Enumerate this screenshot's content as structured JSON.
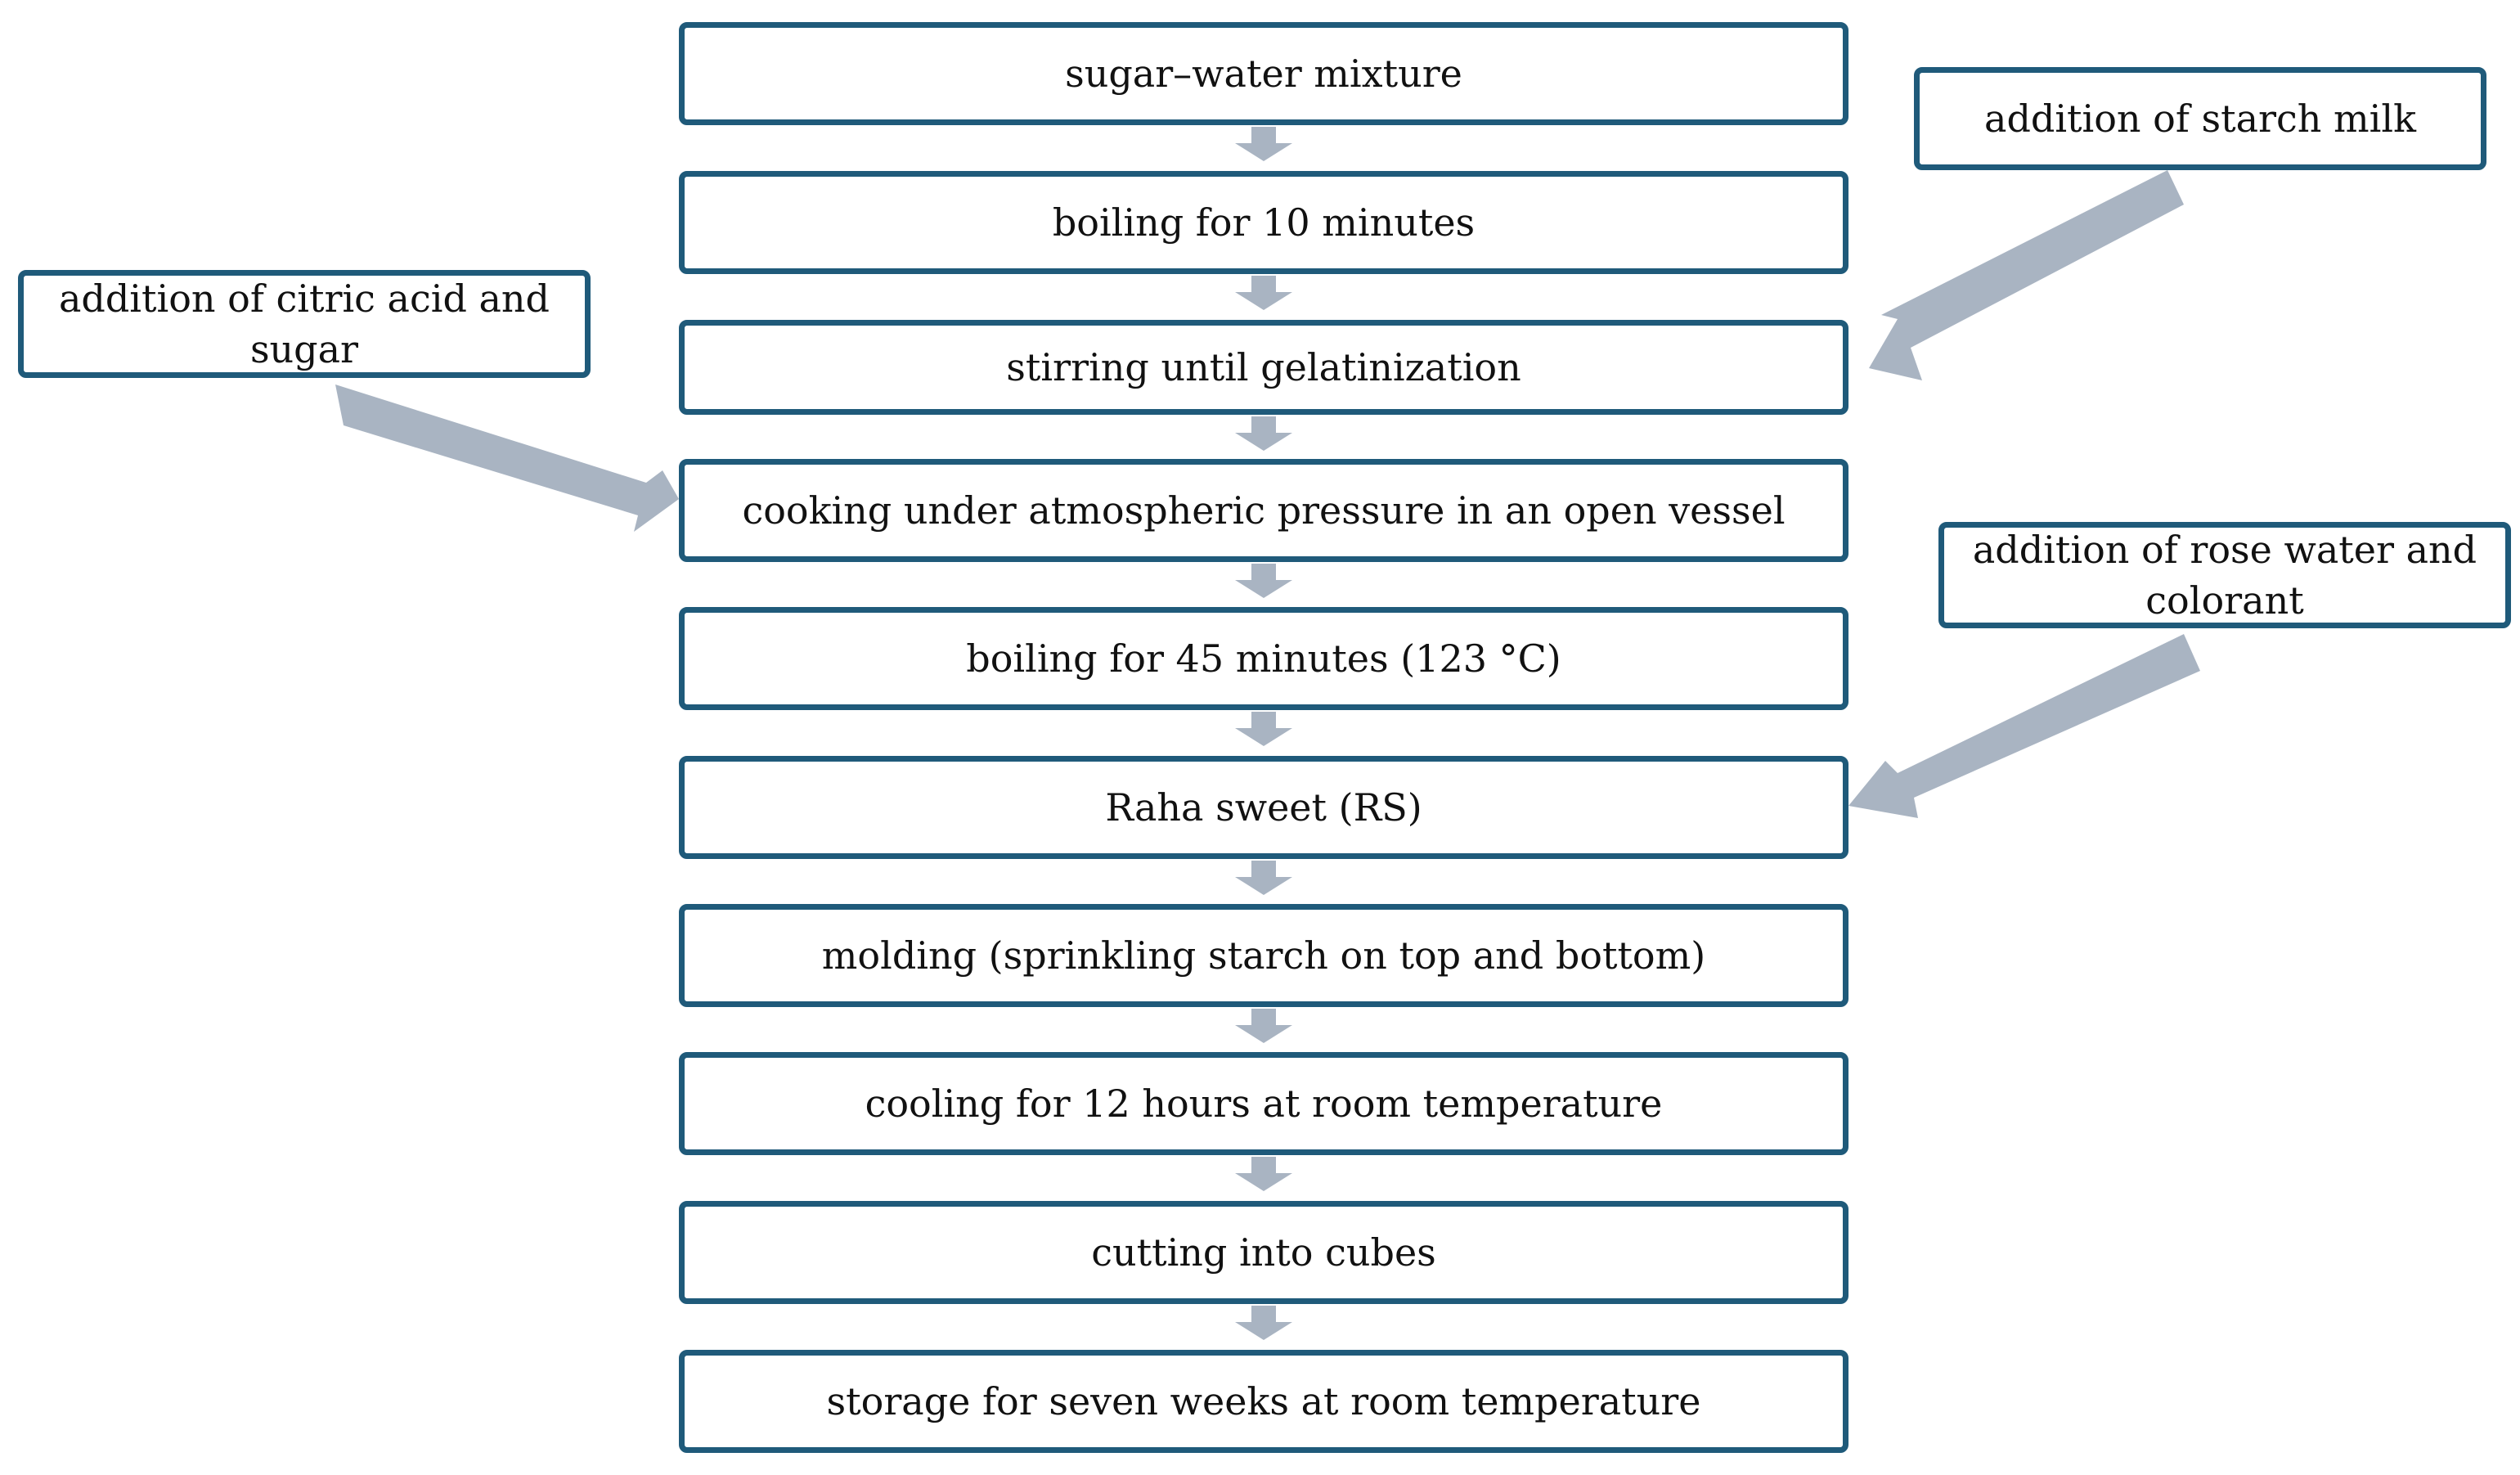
{
  "colors": {
    "box_border": "#1f5a7a",
    "arrow_fill": "#a9b4c2",
    "text": "#111111",
    "background": "#ffffff"
  },
  "steps": [
    "sugar–water mixture",
    "boiling for 10 minutes",
    "stirring until gelatinization",
    "cooking under atmospheric pressure in an open vessel",
    "boiling for 45 minutes (123 °C)",
    "Raha sweet (RS)",
    "molding (sprinkling starch on top and bottom)",
    "cooling for 12 hours at room temperature",
    "cutting into cubes",
    "storage for seven weeks at room temperature"
  ],
  "additions": {
    "starch_milk": "addition of starch milk",
    "citric_acid_line1": "addition of citric acid and",
    "citric_acid_line2": "sugar",
    "rose_water_line1": "addition of rose water and",
    "rose_water_line2": "colorant"
  }
}
